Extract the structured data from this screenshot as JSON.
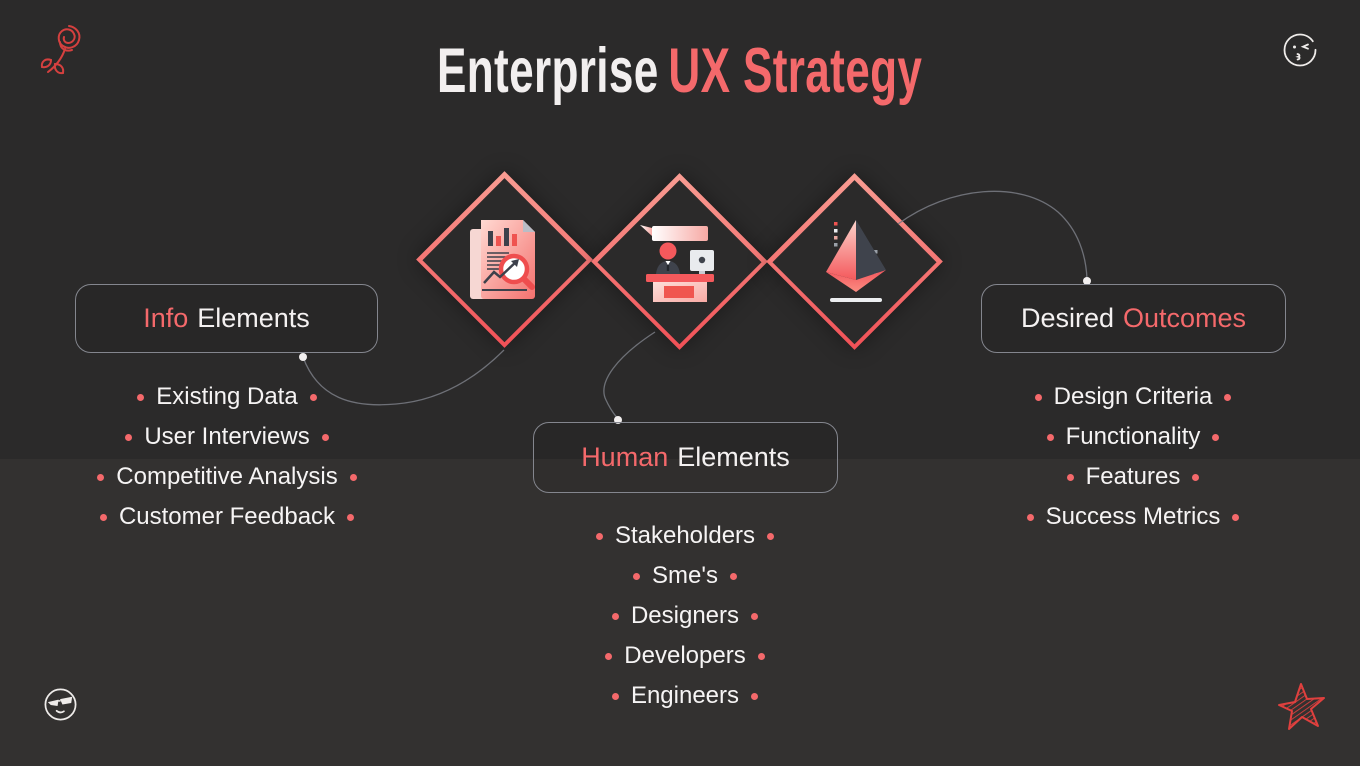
{
  "title": {
    "part1": "Enterprise",
    "part2": "UX Strategy"
  },
  "colors": {
    "accent": "#F4696B",
    "background_top": "#2B2A2A",
    "background_bottom": "#333130",
    "text": "#F6F4F4",
    "box_border": "#84868E",
    "connector": "#75787F"
  },
  "boxes": {
    "info": {
      "word_accent": "Info",
      "word_plain": "Elements"
    },
    "human": {
      "word_accent": "Human",
      "word_plain": "Elements"
    },
    "desired": {
      "word_plain": "Desired",
      "word_accent": "Outcomes"
    }
  },
  "lists": {
    "info": {
      "items": [
        "Existing Data",
        "User Interviews",
        "Competitive Analysis",
        "Customer Feedback"
      ]
    },
    "human": {
      "items": [
        "Stakeholders",
        "Sme's",
        "Designers",
        "Developers",
        "Engineers"
      ]
    },
    "desired": {
      "items": [
        "Design Criteria",
        "Functionality",
        "Features",
        "Success Metrics"
      ]
    }
  },
  "icons": {
    "top_left": "rose-icon",
    "top_right": "wink-kiss-face-icon",
    "diamond_1": "report-analysis-icon",
    "diamond_2": "person-at-desk-icon",
    "diamond_3": "pyramid-prism-icon",
    "bottom_left": "sunglasses-face-icon",
    "bottom_right": "scribble-star-icon"
  }
}
